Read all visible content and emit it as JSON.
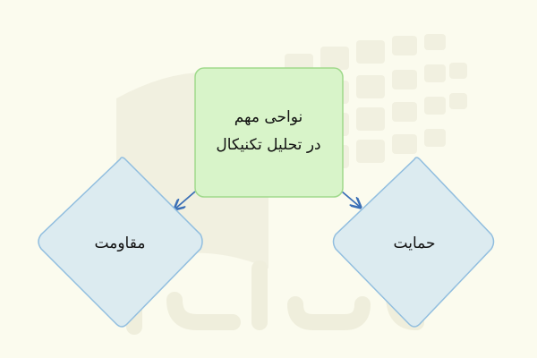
{
  "diagram": {
    "nodes": {
      "main": {
        "lines": [
          "نواحی مهم",
          "در تحلیل تکنیکال"
        ],
        "shape": "rounded-rectangle",
        "fill": "#d8f4c9",
        "stroke": "#9fd98b"
      },
      "resistance": {
        "label": "مقاومت",
        "shape": "diamond",
        "fill": "#dcebf0",
        "stroke": "#91bedf"
      },
      "support": {
        "label": "حمایت",
        "shape": "diamond",
        "fill": "#dcebf0",
        "stroke": "#91bedf"
      }
    },
    "edges": [
      {
        "from": "main",
        "to": "resistance",
        "color": "#3a6fb6"
      },
      {
        "from": "main",
        "to": "support",
        "color": "#3a6fb6"
      }
    ]
  },
  "watermark": {
    "text": "فرادرس",
    "color": "#f0efdf"
  }
}
